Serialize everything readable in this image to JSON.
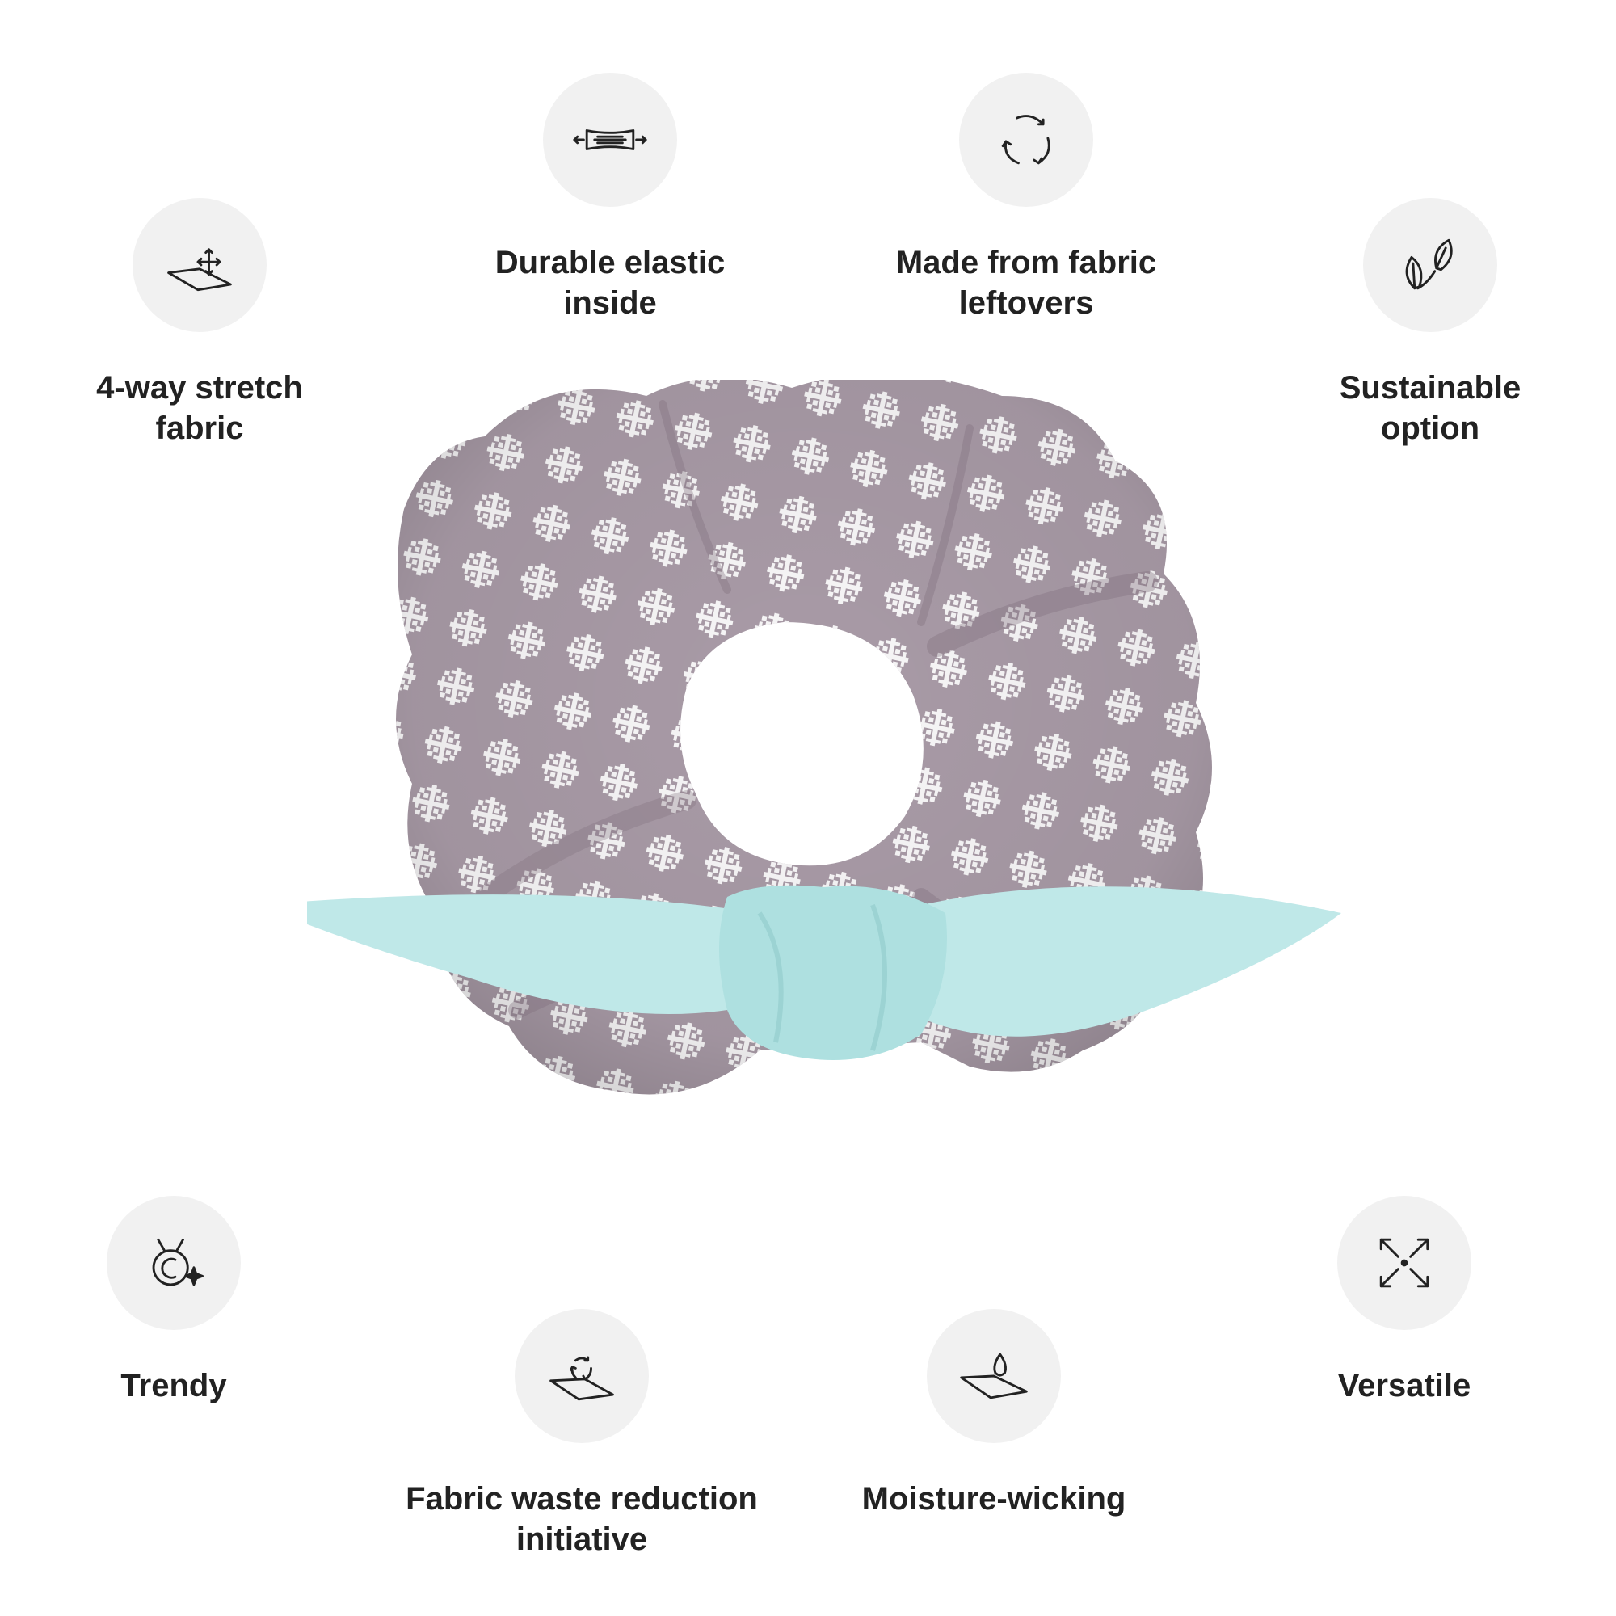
{
  "colors": {
    "icon_bg": "#f1f1f1",
    "label": "#222222",
    "scrunchie_main": "#a99ba7",
    "scrunchie_shadow": "#7e6e7c",
    "snowflake": "#ffffff",
    "bow": "#bfe8e8"
  },
  "features": [
    {
      "id": "stretch",
      "icon": "stretch-fabric-icon",
      "label": "4-way stretch\nfabric"
    },
    {
      "id": "elastic",
      "icon": "elastic-icon",
      "label": "Durable elastic\ninside"
    },
    {
      "id": "leftovers",
      "icon": "recycle-icon",
      "label": "Made from fabric\nleftovers"
    },
    {
      "id": "sustainable",
      "icon": "leaf-icon",
      "label": "Sustainable\noption"
    },
    {
      "id": "trendy",
      "icon": "trendy-icon",
      "label": "Trendy"
    },
    {
      "id": "waste",
      "icon": "fabric-recycle-icon",
      "label": "Fabric waste reduction\ninitiative"
    },
    {
      "id": "moisture",
      "icon": "water-drop-icon",
      "label": "Moisture-wicking"
    },
    {
      "id": "versatile",
      "icon": "expand-arrows-icon",
      "label": "Versatile"
    }
  ]
}
